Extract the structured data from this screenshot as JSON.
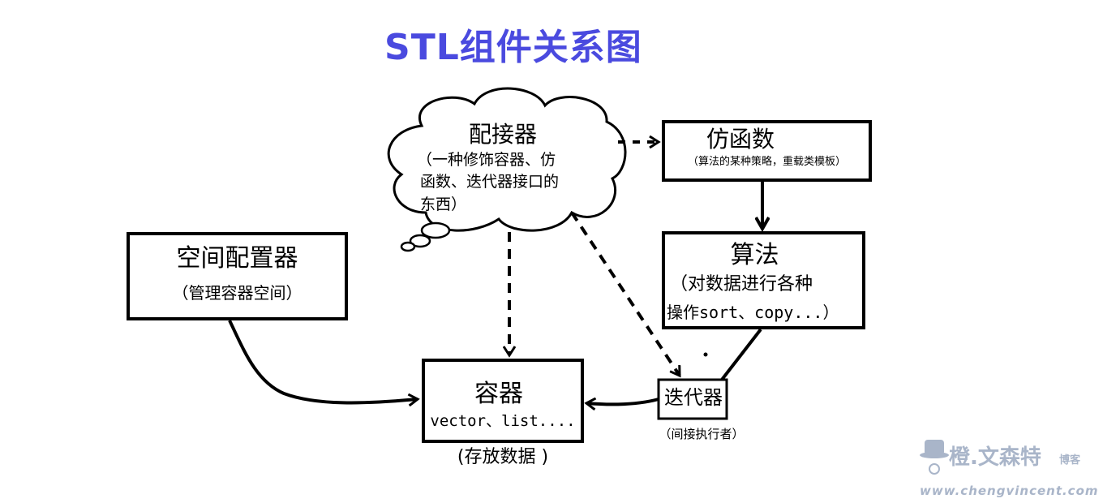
{
  "title": "STL组件关系图",
  "nodes": {
    "adapter": {
      "name": "配接器",
      "desc_line1": "（一种修饰容器、仿",
      "desc_line2": "函数、迭代器接口的",
      "desc_line3": "东西）"
    },
    "functor": {
      "name": "仿函数",
      "desc": "（算法的某种策略，重载类模板）"
    },
    "algorithm": {
      "name": "算法",
      "desc_line1": "（对数据进行各种",
      "desc_line2": "操作sort、copy...）"
    },
    "allocator": {
      "name": "空间配置器",
      "desc": "（管理容器空间）"
    },
    "container": {
      "name": "容器",
      "examples": "vector、list....",
      "note": "(存放数据 )"
    },
    "iterator": {
      "name": "迭代器",
      "note": "（间接执行者）"
    }
  },
  "watermark": {
    "brand": "橙.文森特",
    "suffix": "博客",
    "url": "www.chengvincent.com"
  }
}
